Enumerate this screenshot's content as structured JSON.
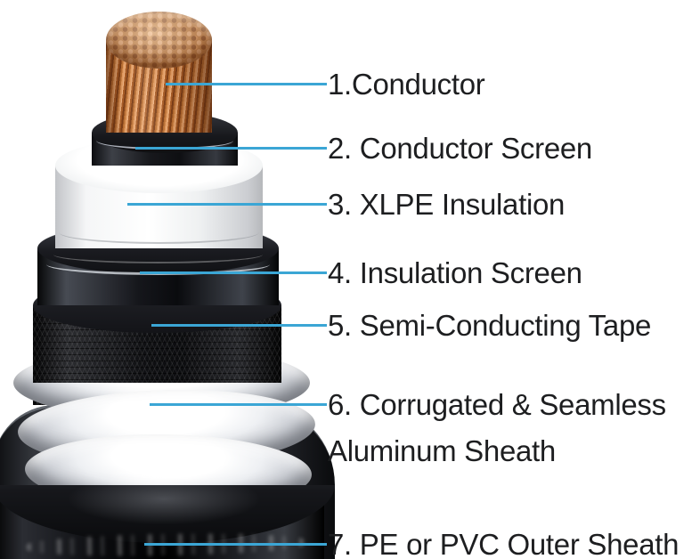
{
  "diagram": {
    "type": "cable-cutaway",
    "labels": [
      {
        "text": "1.Conductor"
      },
      {
        "text": "2. Conductor Screen"
      },
      {
        "text": "3. XLPE Insulation"
      },
      {
        "text": "4. Insulation Screen"
      },
      {
        "text": "5. Semi-Conducting Tape"
      },
      {
        "text": "6. Corrugated & Seamless",
        "text2": "Aluminum Sheath"
      },
      {
        "text": "7. PE or PVC Outer Sheath"
      }
    ],
    "leader_color": "#3BA6D5",
    "text_color": "#1D1E20",
    "colors": {
      "background": "#FFFFFF",
      "copper": "#C67C3E",
      "screen_black": "#17181C",
      "insulation_white": "#FFFFFF",
      "tape_black": "#16171B",
      "aluminum_silver": "#D9DBDF",
      "sheath_black": "#0A0B0D"
    }
  }
}
